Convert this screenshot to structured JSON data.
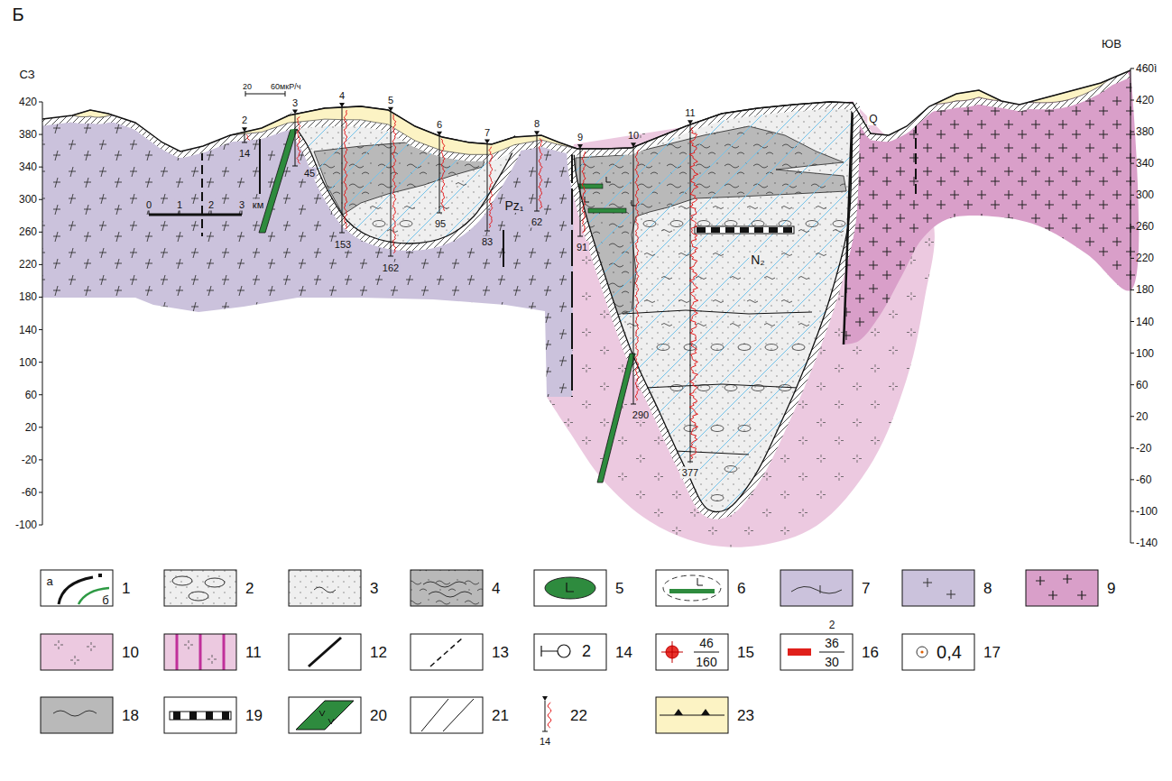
{
  "diagram": {
    "labels": [
      "Б",
      "СЗ",
      "ЮВ",
      "460ì",
      "420",
      "380",
      "340",
      "300",
      "260",
      "220",
      "180",
      "140",
      "100",
      "60",
      "20",
      "-20",
      "-60",
      "-100",
      "420",
      "380",
      "340",
      "300",
      "260",
      "220",
      "180",
      "140",
      "100",
      "60",
      "20",
      "-20",
      "-60",
      "-100",
      "-140",
      "2",
      "3",
      "4",
      "5",
      "6",
      "7",
      "8",
      "9",
      "10",
      "11",
      "14",
      "45",
      "153",
      "162",
      "95",
      "83",
      "62",
      "91",
      "290",
      "377",
      "20",
      "60мкР/ч",
      "0",
      "1",
      "2",
      "3",
      "км",
      "Pz₁",
      "N₂",
      "Q",
      "а",
      "б",
      "2",
      "46",
      "160",
      "2",
      "36",
      "30",
      "0,4",
      "14"
    ],
    "legend": [
      {
        "text": "1"
      },
      {
        "text": "2"
      },
      {
        "text": "3"
      },
      {
        "text": "4"
      },
      {
        "text": "5"
      },
      {
        "text": "6"
      },
      {
        "text": "7",
        "color": "#cbc2dc"
      },
      {
        "text": "8",
        "color": "#cbc2dc"
      },
      {
        "text": "9",
        "color": "#d99fc9"
      },
      {
        "text": "10",
        "color": "#ecc9e0"
      },
      {
        "text": "11",
        "color": "#ecc9e0"
      },
      {
        "text": "12"
      },
      {
        "text": "13"
      },
      {
        "text": "14"
      },
      {
        "text": "15"
      },
      {
        "text": "16"
      },
      {
        "text": "17"
      },
      {
        "text": "18",
        "color": "#b9b9b9"
      },
      {
        "text": "19"
      },
      {
        "text": "20"
      },
      {
        "text": "21"
      },
      {
        "text": "22"
      },
      {
        "text": "23",
        "color": "#fcf3c4"
      }
    ]
  }
}
